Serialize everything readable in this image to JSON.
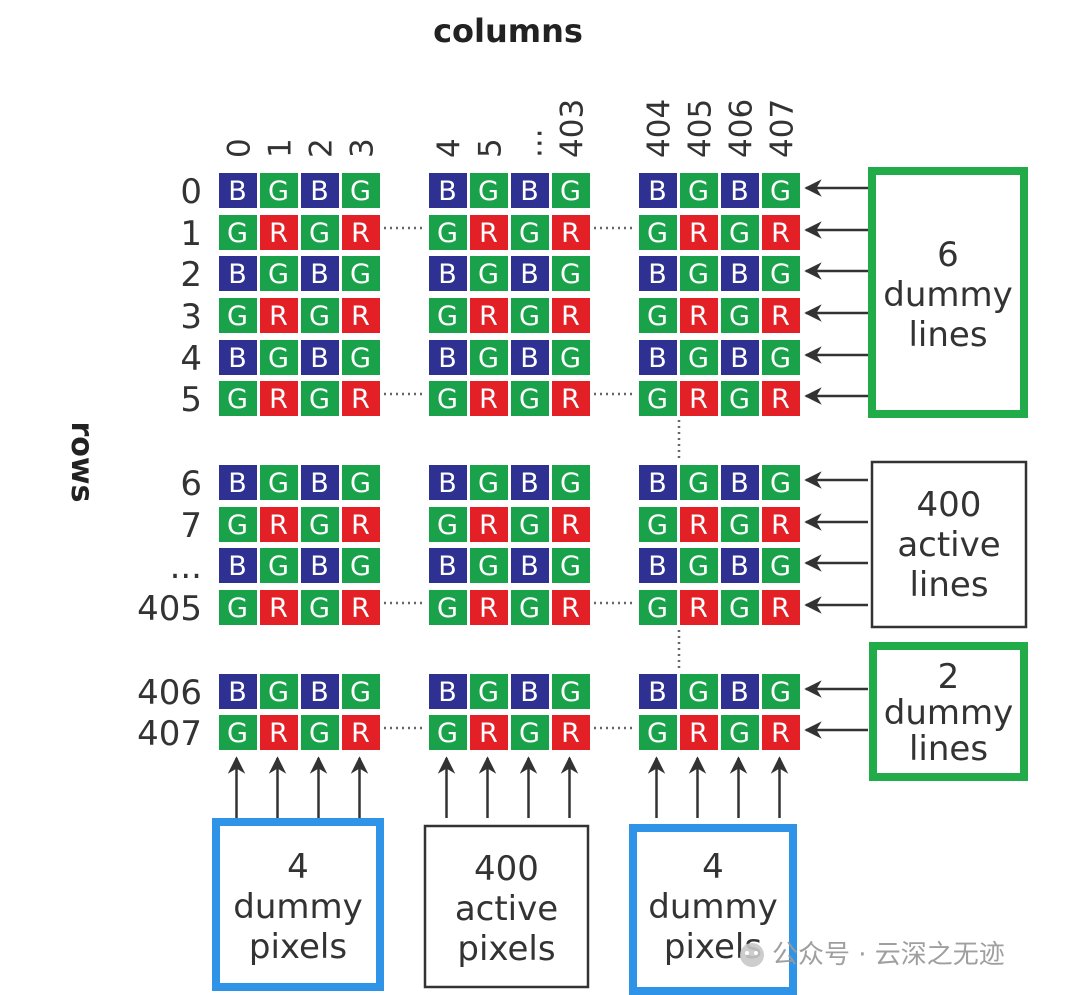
{
  "title": "columns",
  "axis_rows_label": "rows",
  "colors": {
    "B": "#2e3191",
    "G": "#19a24a",
    "R": "#e22026",
    "cell_text": "#ffffff",
    "dummy_line_box": "#22ab49",
    "dummy_pixel_box": "#2f93e8",
    "active_box": "#333333",
    "label_text": "#333333"
  },
  "column_labels": [
    [
      "0",
      "1",
      "2",
      "3"
    ],
    [
      "4",
      "5",
      "...",
      "403"
    ],
    [
      "404",
      "405",
      "406",
      "407"
    ]
  ],
  "row_labels": [
    "0",
    "1",
    "2",
    "3",
    "4",
    "5",
    "6",
    "7",
    "...",
    "405",
    "406",
    "407"
  ],
  "row_patterns": [
    "BGBG",
    "GRGR",
    "BGBG",
    "GRGR",
    "BGBG",
    "GRGR",
    "BGBG",
    "GRGR",
    "BGBG",
    "GRGR",
    "BGBG",
    "GRGR"
  ],
  "row_groups": [
    {
      "lines": [
        "6",
        "dummy",
        "lines"
      ],
      "style": "dummy"
    },
    {
      "lines": [
        "400",
        "active",
        "lines"
      ],
      "style": "active"
    },
    {
      "lines": [
        "2",
        "dummy",
        "lines"
      ],
      "style": "dummy"
    }
  ],
  "column_groups": [
    {
      "lines": [
        "4",
        "dummy",
        "pixels"
      ],
      "style": "dummy"
    },
    {
      "lines": [
        "400",
        "active",
        "pixels"
      ],
      "style": "active"
    },
    {
      "lines": [
        "4",
        "dummy",
        "pixels"
      ],
      "style": "dummy"
    }
  ],
  "watermark": "公众号 · 云深之无迹"
}
